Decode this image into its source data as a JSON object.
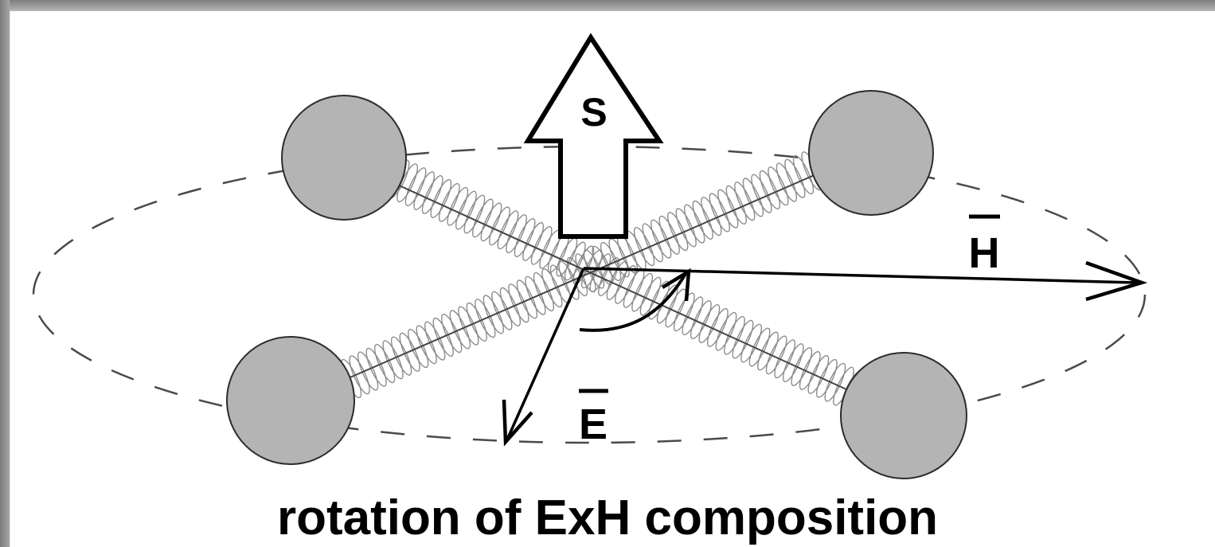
{
  "labels": {
    "poynting": "S",
    "magnetic": "H",
    "electric": "E"
  },
  "caption": "rotation of ExH composition",
  "colors": {
    "sphere": "#b4b4b4",
    "spring": "#8c8c8c",
    "ink": "#000000",
    "dashes": "#4a4a4a"
  }
}
